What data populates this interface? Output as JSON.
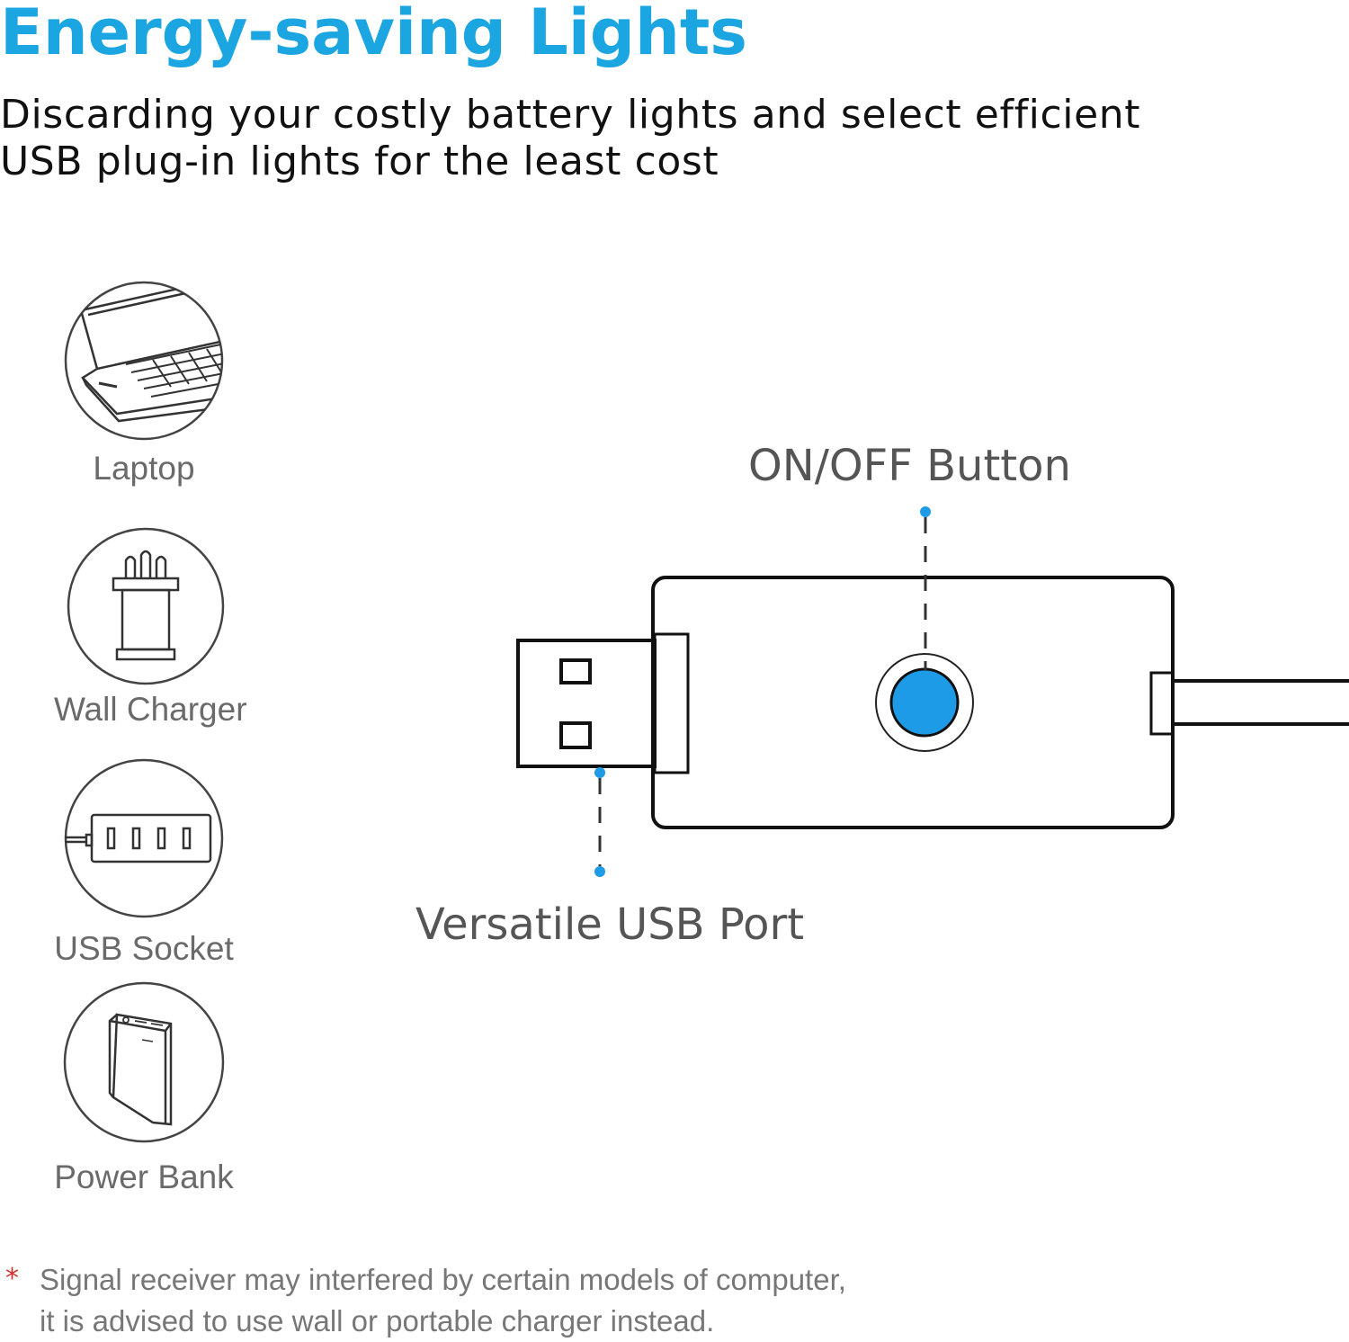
{
  "header": {
    "title": "Energy-saving Lights",
    "subtitle_line1": "Discarding your costly battery lights and select efficient",
    "subtitle_line2": "USB plug-in lights for the least cost"
  },
  "sources": [
    {
      "label": "Laptop",
      "icon": "laptop-icon"
    },
    {
      "label": "Wall Charger",
      "icon": "wall-charger-icon"
    },
    {
      "label": "USB Socket",
      "icon": "usb-hub-icon"
    },
    {
      "label": "Power Bank",
      "icon": "power-bank-icon"
    }
  ],
  "diagram": {
    "on_off_label": "ON/OFF Button",
    "usb_port_label": "Versatile USB Port",
    "accent_color": "#1ba5e1"
  },
  "note": {
    "symbol": "*",
    "line1": "Signal receiver may interfered by certain models of computer,",
    "line2": "it is advised to use wall or portable charger instead."
  },
  "colors": {
    "title": "#1ba5e1",
    "button": "#1e9be6",
    "note_star": "#d0312d"
  }
}
